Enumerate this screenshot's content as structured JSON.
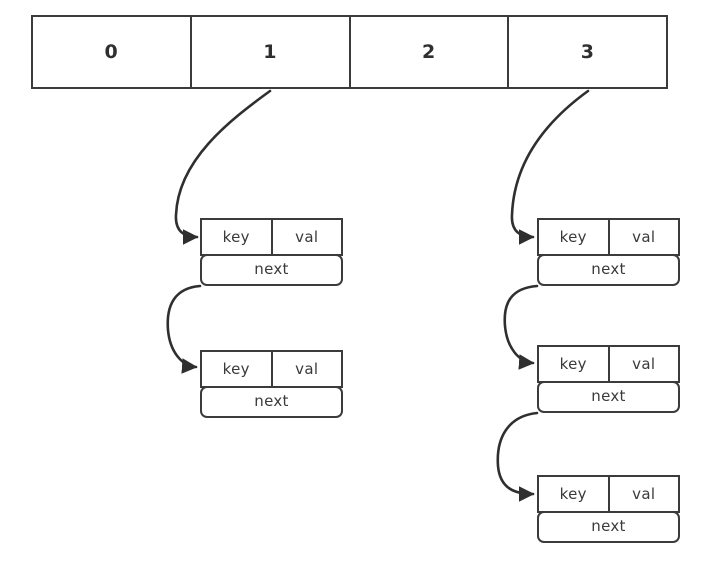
{
  "diagram": {
    "title": "hash-table-separate-chaining",
    "background_color": "#ffffff",
    "stroke_color": "#3b3b3b",
    "text_color": "#3a3a3a"
  },
  "bucket_array": {
    "name": "bucket-array",
    "cells": [
      {
        "label": "0",
        "has_chain": false
      },
      {
        "label": "1",
        "has_chain": true
      },
      {
        "label": "2",
        "has_chain": false
      },
      {
        "label": "3",
        "has_chain": true
      }
    ]
  },
  "node_labels": {
    "key": "key",
    "val": "val",
    "next": "next"
  },
  "chains": [
    {
      "bucket_index": "1",
      "nodes": [
        {
          "key": "key",
          "val": "val",
          "next": "next"
        },
        {
          "key": "key",
          "val": "val",
          "next": "next"
        }
      ]
    },
    {
      "bucket_index": "3",
      "nodes": [
        {
          "key": "key",
          "val": "val",
          "next": "next"
        },
        {
          "key": "key",
          "val": "val",
          "next": "next"
        },
        {
          "key": "key",
          "val": "val",
          "next": "next"
        }
      ]
    }
  ]
}
